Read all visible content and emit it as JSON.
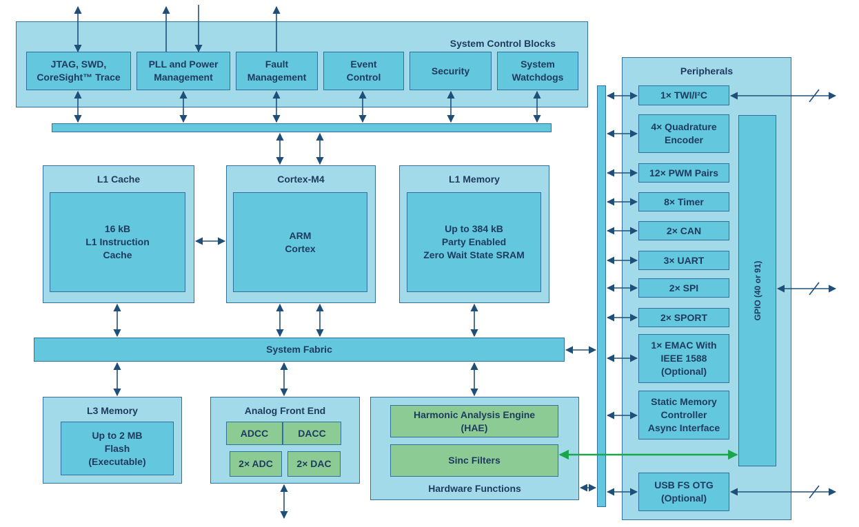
{
  "system_control": {
    "title": "System Control Blocks",
    "jtag": "JTAG, SWD,\nCoreSight™ Trace",
    "pll": "PLL and Power\nManagement",
    "fault": "Fault\nManagement",
    "event": "Event\nControl",
    "security": "Security",
    "watchdogs": "System\nWatchdogs"
  },
  "l1_cache": {
    "title": "L1 Cache",
    "body": "16 kB\nL1 Instruction\nCache"
  },
  "cortex": {
    "title": "Cortex-M4",
    "body": "ARM\nCortex"
  },
  "l1_memory": {
    "title": "L1 Memory",
    "body": "Up to 384 kB\nParty Enabled\nZero Wait State SRAM"
  },
  "fabric": {
    "title": "System Fabric"
  },
  "l3_memory": {
    "title": "L3 Memory",
    "body": "Up to 2 MB\nFlash\n(Executable)"
  },
  "afe": {
    "title": "Analog Front End",
    "adcc": "ADCC",
    "dacc": "DACC",
    "adc": "2× ADC",
    "dac": "2× DAC"
  },
  "hw_functions": {
    "title": "Hardware Functions",
    "hae": "Harmonic Analysis Engine\n(HAE)",
    "sinc": "Sinc Filters"
  },
  "peripherals": {
    "title": "Peripherals",
    "twi": "1× TWI/I²C",
    "quad": "4× Quadrature\nEncoder",
    "pwm": "12× PWM Pairs",
    "timer": "8× Timer",
    "can": "2× CAN",
    "uart": "3× UART",
    "spi": "2× SPI",
    "sport": "2× SPORT",
    "emac": "1× EMAC With\nIEEE 1588\n(Optional)",
    "smc": "Static Memory\nController\nAsync Interface",
    "usb": "USB FS OTG\n(Optional)",
    "gpio": "GPIO (40 or 91)"
  },
  "colors": {
    "outer": "#a3dae9",
    "inner": "#63c7de",
    "green": "#8ccb94",
    "line": "#1f4e79",
    "accent": "#1aa64b"
  }
}
